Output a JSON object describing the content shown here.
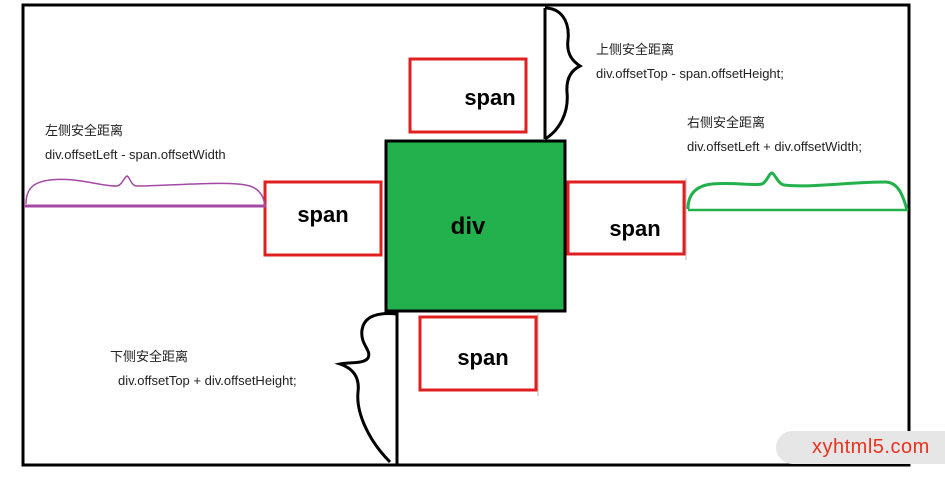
{
  "diagram": {
    "center_label": "div",
    "boxes": {
      "top": "span",
      "left": "span",
      "right": "span",
      "bottom": "span"
    },
    "notes": {
      "top": {
        "title": "上侧安全距离",
        "formula": "div.offsetTop - span.offsetHeight;"
      },
      "left": {
        "title": "左侧安全距离",
        "formula": "div.offsetLeft - span.offsetWidth"
      },
      "right": {
        "title": "右侧安全距离",
        "formula": "div.offsetLeft + div.offsetWidth;"
      },
      "bottom": {
        "title": "下侧安全距离",
        "formula": "div.offsetTop + div.offsetHeight;"
      }
    },
    "colors": {
      "div_fill": "#22b14c",
      "span_border": "#e02020",
      "left_brace": "#a349a4",
      "right_brace": "#22b14c",
      "frame": "#000000"
    }
  },
  "watermark": {
    "text": "xyhtml5.com"
  }
}
